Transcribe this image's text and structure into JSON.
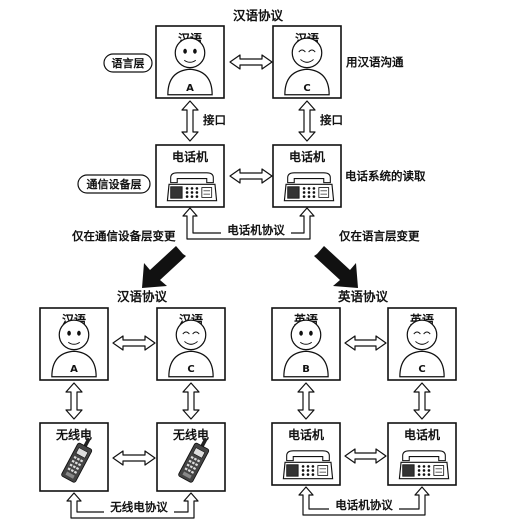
{
  "top": {
    "protocol_title": "汉语协议",
    "layer_language": "语言层",
    "layer_device": "通信设备层",
    "person_a": {
      "lang": "汉语",
      "letter": "A"
    },
    "person_c": {
      "lang": "汉语",
      "letter": "C"
    },
    "right_note_language": "用汉语沟通",
    "right_note_device": "电话系统的读取",
    "interface_left": "接口",
    "interface_right": "接口",
    "device_a": "电话机",
    "device_c": "电话机",
    "device_protocol": "电话机协议"
  },
  "branch_labels": {
    "left": "仅在通信设备层变更",
    "right": "仅在语言层变更"
  },
  "bottom_left": {
    "protocol_title": "汉语协议",
    "person_a": {
      "lang": "汉语",
      "letter": "A"
    },
    "person_c": {
      "lang": "汉语",
      "letter": "C"
    },
    "device_a": "无线电",
    "device_c": "无线电",
    "device_protocol": "无线电协议"
  },
  "bottom_right": {
    "protocol_title": "英语协议",
    "person_b": {
      "lang": "英语",
      "letter": "B"
    },
    "person_c": {
      "lang": "英语",
      "letter": "C"
    },
    "device_b": "电话机",
    "device_c": "电话机",
    "device_protocol": "电话机协议"
  }
}
